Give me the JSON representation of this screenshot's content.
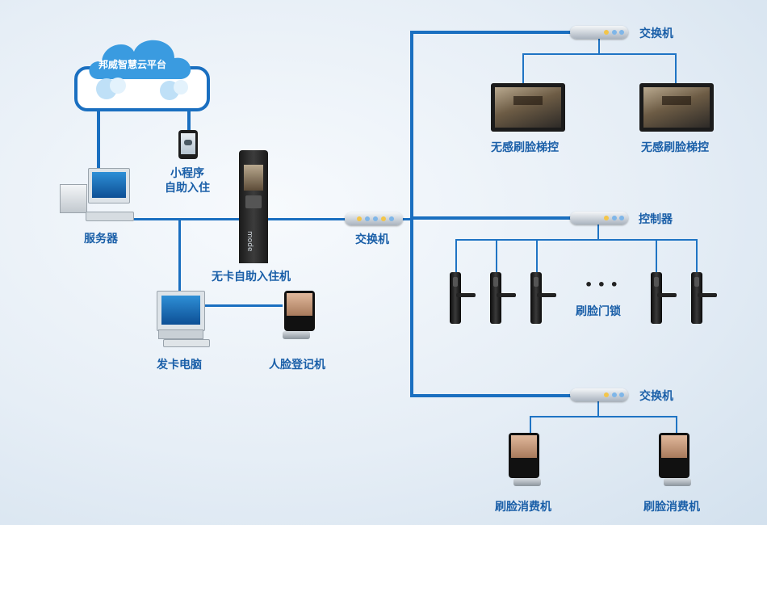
{
  "cloud": {
    "label": "邦威智慧云平台"
  },
  "nodes": {
    "mini_program": {
      "label_line1": "小程序",
      "label_line2": "自助入住"
    },
    "server": {
      "label": "服务器"
    },
    "kiosk": {
      "label": "无卡自助入住机",
      "brand": "mode"
    },
    "main_switch": {
      "label": "交换机"
    },
    "card_pc": {
      "label": "发卡电脑"
    },
    "face_register": {
      "label": "人脸登记机"
    },
    "switch_top": {
      "label": "交换机"
    },
    "elevator_1": {
      "label": "无感刷脸梯控"
    },
    "elevator_2": {
      "label": "无感刷脸梯控"
    },
    "controller": {
      "label": "控制器"
    },
    "door_locks": {
      "label": "刷脸门锁",
      "ellipsis": "• • •"
    },
    "switch_bottom": {
      "label": "交换机"
    },
    "pay_1": {
      "label": "刷脸消费机"
    },
    "pay_2": {
      "label": "刷脸消费机"
    }
  },
  "colors": {
    "link": "#1a6fc0",
    "label": "#1a5fa8",
    "cloud": "#3a9be0"
  }
}
